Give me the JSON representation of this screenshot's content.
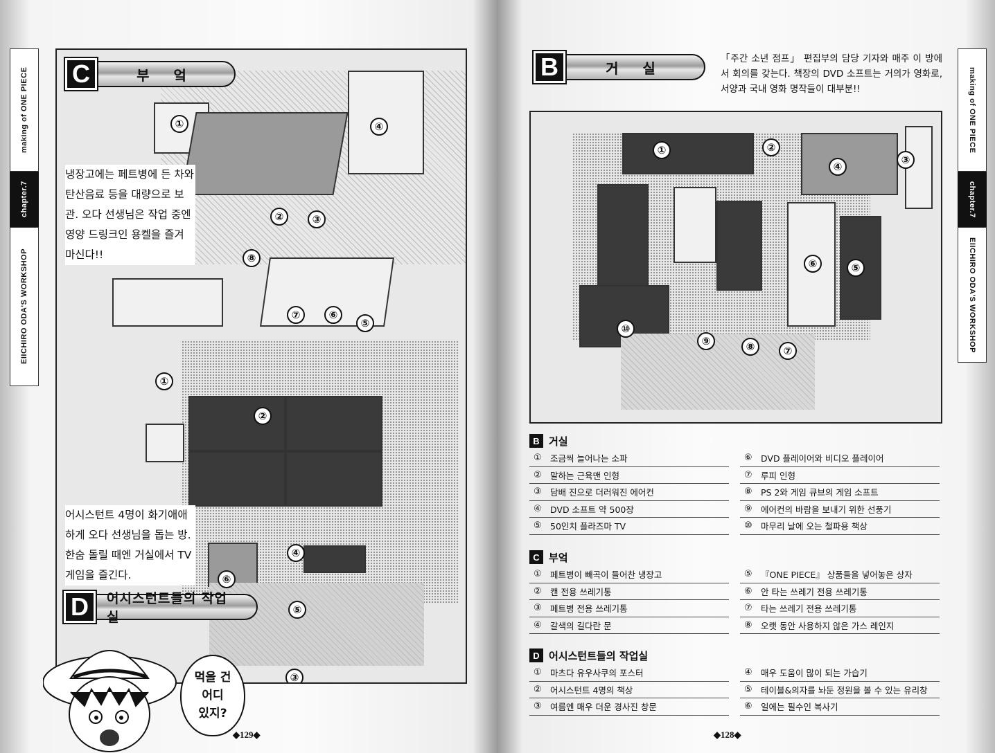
{
  "side_tab": {
    "title": "making of ONE PIECE",
    "chapter": "chapter.7",
    "workshop": "EIICHIRO ODA'S WORKSHOP"
  },
  "left_page": {
    "banner_c": {
      "letter": "C",
      "title": "부 엌"
    },
    "banner_d": {
      "letter": "D",
      "title": "어시스턴트들의 작업실"
    },
    "caption_c": "냉장고에는 페트병에 든 차와 탄산음료 등을 대량으로 보관. 오다 선생님은 작업 중엔 영양 드링크인 용켈을 즐겨 마신다!!",
    "caption_d": "어시스턴트 4명이 화기애애하게 오다 선생님을 돕는 방. 한숨 돌릴 때엔 거실에서 TV 게임을 즐긴다.",
    "bubble": [
      "먹을 건",
      "어디",
      "있지?"
    ],
    "page_number": "◆129◆",
    "markers_c": [
      "①",
      "②",
      "③",
      "④",
      "⑤",
      "⑥",
      "⑦",
      "⑧"
    ],
    "markers_d": [
      "①",
      "②",
      "③",
      "④",
      "⑤",
      "⑥"
    ]
  },
  "right_page": {
    "banner_b": {
      "letter": "B",
      "title": "거 실"
    },
    "intro": "「주간 소년 점프」 편집부의 담당 기자와 매주 이 방에서 회의를 갖는다. 책장의 DVD 소프트는 거의가 영화로, 서양과 국내 영화 명작들이 대부분!!",
    "markers_b": [
      "①",
      "②",
      "③",
      "④",
      "⑤",
      "⑥",
      "⑦",
      "⑧",
      "⑨",
      "⑩"
    ],
    "page_number": "◆128◆"
  },
  "legend": {
    "b": {
      "letter": "B",
      "title": "거실",
      "items": [
        {
          "num": "①",
          "text": "조금씩 늘어나는 소파"
        },
        {
          "num": "⑥",
          "text": "DVD 플레이어와 비디오 플레이어"
        },
        {
          "num": "②",
          "text": "말하는 근육맨 인형"
        },
        {
          "num": "⑦",
          "text": "루피 인형"
        },
        {
          "num": "③",
          "text": "담배 진으로 더러워진 에어컨"
        },
        {
          "num": "⑧",
          "text": "PS 2와 게임 큐브의 게임 소프트"
        },
        {
          "num": "④",
          "text": "DVD 소프트 약 500장"
        },
        {
          "num": "⑨",
          "text": "에어컨의 바람을 보내기 위한 선풍기"
        },
        {
          "num": "⑤",
          "text": "50인치 플라즈마 TV"
        },
        {
          "num": "⑩",
          "text": "마무리 날에 오는 철파용 책상"
        }
      ]
    },
    "c": {
      "letter": "C",
      "title": "부엌",
      "items": [
        {
          "num": "①",
          "text": "페트병이 빼곡이 들어찬 냉장고"
        },
        {
          "num": "⑤",
          "text": "『ONE PIECE』 상품들을 넣어놓은 상자"
        },
        {
          "num": "②",
          "text": "캔 전용 쓰레기통"
        },
        {
          "num": "⑥",
          "text": "안 타는 쓰레기 전용 쓰레기통"
        },
        {
          "num": "③",
          "text": "페트병 전용 쓰레기통"
        },
        {
          "num": "⑦",
          "text": "타는 쓰레기 전용 쓰레기통"
        },
        {
          "num": "④",
          "text": "갈색의 길다란 문"
        },
        {
          "num": "⑧",
          "text": "오랫 동안 사용하지 않은 가스 레인지"
        }
      ]
    },
    "d": {
      "letter": "D",
      "title": "어시스턴트들의 작업실",
      "items": [
        {
          "num": "①",
          "text": "마츠다 유우사쿠의 포스터"
        },
        {
          "num": "④",
          "text": "매우 도움이 많이 되는 가습기"
        },
        {
          "num": "②",
          "text": "어시스턴트 4명의 책상"
        },
        {
          "num": "⑤",
          "text": "테이블&의자를 놔둔 정원을 볼 수 있는 유리창"
        },
        {
          "num": "③",
          "text": "여름엔 매우 더운 경사진 창문"
        },
        {
          "num": "⑥",
          "text": "일에는 필수인 복사기"
        }
      ]
    }
  }
}
